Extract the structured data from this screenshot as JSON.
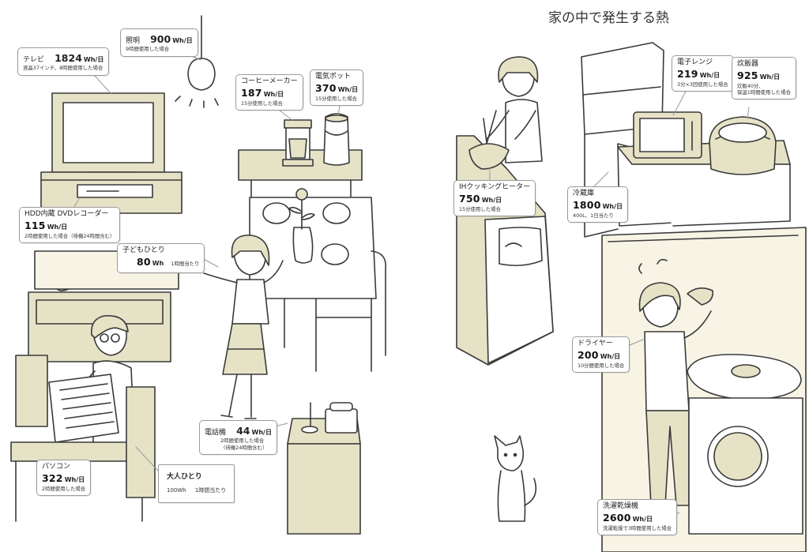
{
  "title": "家の中で発生する熱",
  "palette": {
    "furniture": "#e6e2c6",
    "line": "#3a3a3a",
    "skin": "#f4ead6",
    "wall": "#f7f4e6"
  },
  "callouts": {
    "tv": {
      "name": "テレビ",
      "value": "1824",
      "unit": "Wh/日",
      "notes": [
        "液晶37インチ、8時間使用した場合"
      ]
    },
    "lighting": {
      "name": "照明",
      "value": "900",
      "unit": "Wh/日",
      "notes": [
        "9時間使用した場合"
      ]
    },
    "coffee_maker": {
      "name": "コーヒーメーカー",
      "value": "187",
      "unit": "Wh/日",
      "notes": [
        "15分使用した場合"
      ]
    },
    "electric_pot": {
      "name": "電気ポット",
      "value": "370",
      "unit": "Wh/日",
      "notes": [
        "15分使用した場合"
      ]
    },
    "recorder": {
      "name": "HDD内蔵 DVDレコーダー",
      "value": "115",
      "unit": "Wh/日",
      "notes": [
        "2時間使用した場合（待機24時間含む）"
      ]
    },
    "child": {
      "name": "子どもひとり",
      "value": "80",
      "unit": "Wh",
      "notes": [
        "1時間当たり"
      ]
    },
    "phone": {
      "name": "電話機",
      "value": "44",
      "unit": "Wh/日",
      "notes": [
        "2時間使用した場合",
        "（待機24時間含む）"
      ]
    },
    "pc": {
      "name": "パソコン",
      "value": "322",
      "unit": "Wh/日",
      "notes": [
        "2時間使用した場合"
      ]
    },
    "adult": {
      "name": "大人ひとり",
      "value": "100Wh",
      "notes": [
        "1時間当たり"
      ]
    },
    "ih_heater": {
      "name": "IHクッキングヒーター",
      "value": "750",
      "unit": "Wh/日",
      "notes": [
        "15分使用した場合"
      ]
    },
    "fridge": {
      "name": "冷蔵庫",
      "value": "1800",
      "unit": "Wh/日",
      "notes": [
        "400L、1日当たり"
      ]
    },
    "microwave": {
      "name": "電子レンジ",
      "value": "219",
      "unit": "Wh/日",
      "notes": [
        "3分×3回使用した場合"
      ]
    },
    "rice_cooker": {
      "name": "炊飯器",
      "value": "925",
      "unit": "Wh/日",
      "notes": [
        "炊飯40分、",
        "保温1時間使用した場合"
      ]
    },
    "dryer": {
      "name": "ドライヤー",
      "value": "200",
      "unit": "Wh/日",
      "notes": [
        "10分間使用した場合"
      ]
    },
    "washer_dryer": {
      "name": "洗濯乾燥機",
      "value": "2600",
      "unit": "Wh/日",
      "notes": [
        "洗濯乾燥で3時間使用した場合"
      ]
    }
  }
}
